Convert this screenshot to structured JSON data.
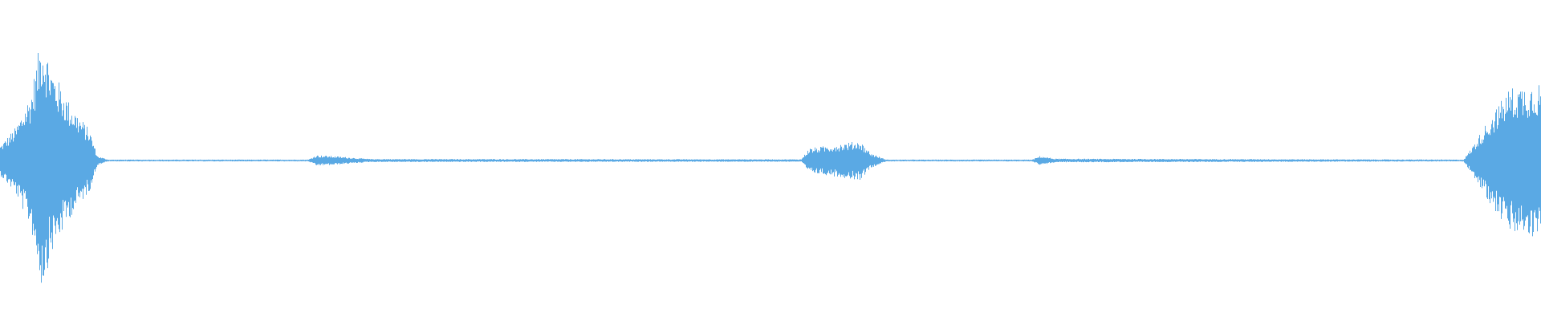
{
  "waveform": {
    "color": "#5aa9e4",
    "background": "#ffffff",
    "amplitude_envelope": [
      {
        "t": 0.0,
        "a": 0.1
      },
      {
        "t": 0.01,
        "a": 0.22
      },
      {
        "t": 0.02,
        "a": 0.45
      },
      {
        "t": 0.027,
        "a": 0.85
      },
      {
        "t": 0.033,
        "a": 0.62
      },
      {
        "t": 0.045,
        "a": 0.38
      },
      {
        "t": 0.058,
        "a": 0.2
      },
      {
        "t": 0.063,
        "a": 0.03
      },
      {
        "t": 0.07,
        "a": 0.006
      },
      {
        "t": 0.2,
        "a": 0.006
      },
      {
        "t": 0.205,
        "a": 0.035
      },
      {
        "t": 0.215,
        "a": 0.03
      },
      {
        "t": 0.24,
        "a": 0.01
      },
      {
        "t": 0.52,
        "a": 0.008
      },
      {
        "t": 0.525,
        "a": 0.08
      },
      {
        "t": 0.545,
        "a": 0.11
      },
      {
        "t": 0.558,
        "a": 0.13
      },
      {
        "t": 0.565,
        "a": 0.05
      },
      {
        "t": 0.575,
        "a": 0.006
      },
      {
        "t": 0.67,
        "a": 0.006
      },
      {
        "t": 0.675,
        "a": 0.03
      },
      {
        "t": 0.685,
        "a": 0.012
      },
      {
        "t": 0.95,
        "a": 0.006
      },
      {
        "t": 0.955,
        "a": 0.08
      },
      {
        "t": 0.965,
        "a": 0.25
      },
      {
        "t": 0.98,
        "a": 0.48
      },
      {
        "t": 1.0,
        "a": 0.52
      }
    ]
  }
}
